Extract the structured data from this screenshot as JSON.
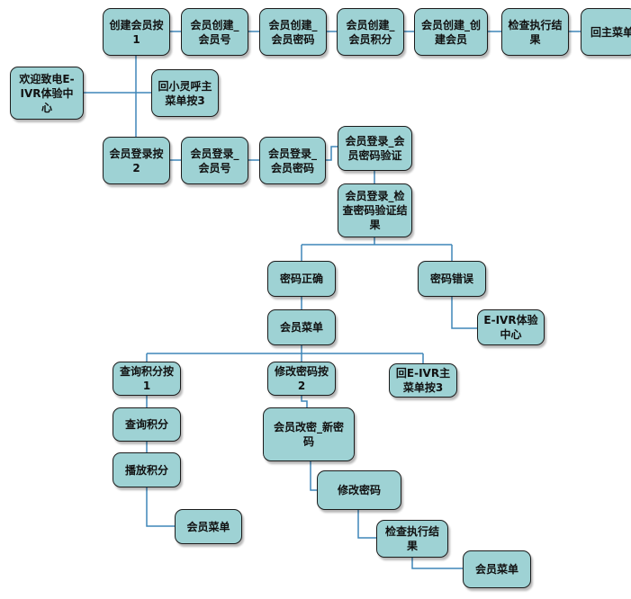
{
  "nodes": {
    "welcome": "欢迎致电E-\nIVR体验中\n心",
    "create_key1": "创建会员按\n1",
    "create_id": "会员创建_\n会员号",
    "create_pwd": "会员创建_\n会员密码",
    "create_points": "会员创建_\n会员积分",
    "create_member": "会员创建_创\n建会员",
    "check_result_top": "检查执行结\n果",
    "back_main": "回主菜单",
    "back_xiaoling": "回小灵呼主\n菜单按3",
    "login_key2": "会员登录按\n2",
    "login_id": "会员登录_\n会员号",
    "login_pwd": "会员登录_\n会员密码",
    "login_verify": "会员登录_会\n员密码验证",
    "login_check": "会员登录_检\n查密码验证结\n果",
    "pwd_ok": "密码正确",
    "pwd_err": "密码错误",
    "eivr_center": "E-IVR体验\n中心",
    "member_menu": "会员菜单",
    "query_key1": "查询积分按\n1",
    "change_key2": "修改密码按\n2",
    "back_eivr": "回E-IVR主\n菜单按3",
    "query_points": "查询积分",
    "play_points": "播放积分",
    "member_menu_left": "会员菜单",
    "new_pwd": "会员改密_新密\n码",
    "change_pwd": "修改密码",
    "check_result_bottom": "检查执行结\n果",
    "member_menu_bottom": "会员菜单"
  }
}
